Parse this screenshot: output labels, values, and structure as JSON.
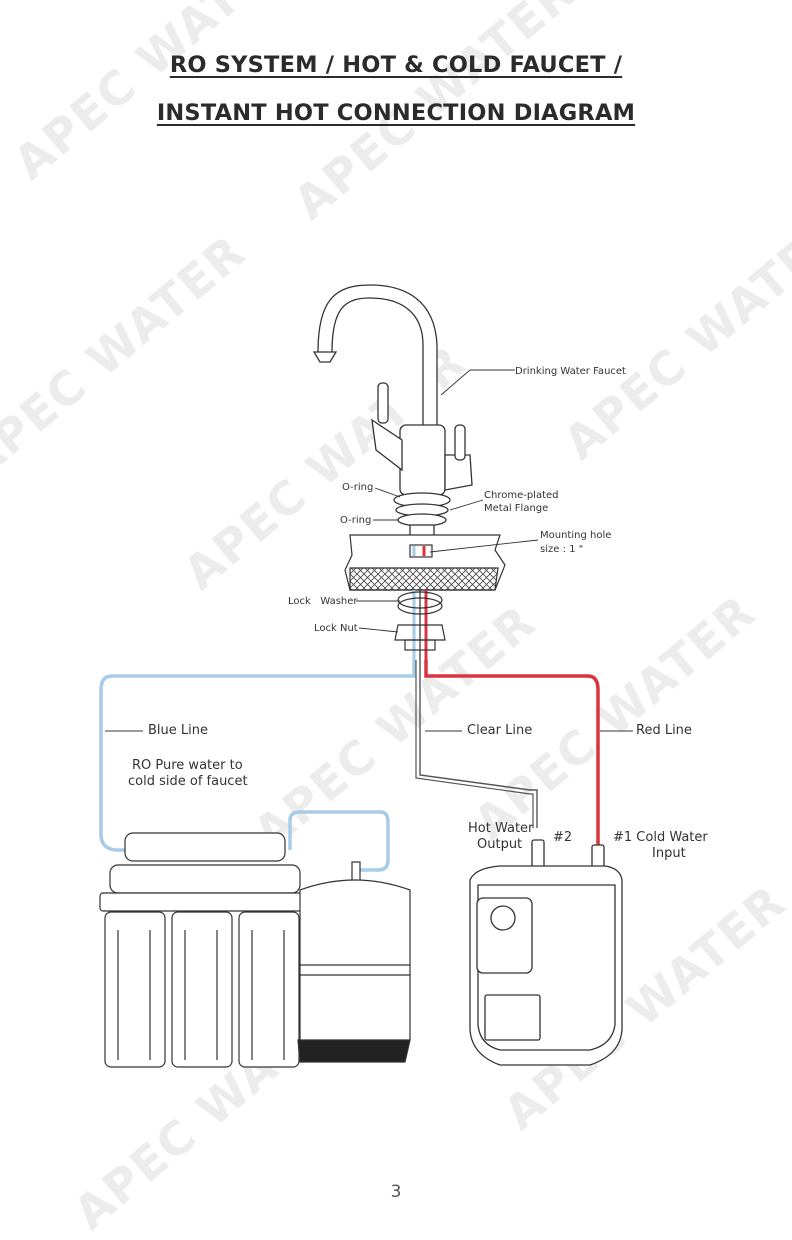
{
  "title": {
    "line1": "RO SYSTEM / HOT & COLD FAUCET /",
    "line2": "INSTANT HOT CONNECTION DIAGRAM"
  },
  "labels": {
    "drinking_water_faucet": "Drinking Water Faucet",
    "o_ring_top": "O-ring",
    "o_ring_bottom": "O-ring",
    "chrome_flange_line1": "Chrome-plated",
    "chrome_flange_line2": "Metal Flange",
    "mounting_hole_line1": "Mounting hole",
    "mounting_hole_line2": "size : 1 \"",
    "lock_washer": "Lock   Washer",
    "lock_nut": "Lock Nut",
    "blue_line": "Blue Line",
    "clear_line": "Clear Line",
    "red_line": "Red Line",
    "ro_pure_line1": "RO Pure water to",
    "ro_pure_line2": "cold side of faucet",
    "hot_water_line1": "Hot Water",
    "hot_water_line2": "Output",
    "port2": "#2",
    "cold_water_line1": "#1 Cold Water",
    "cold_water_line2": "Input"
  },
  "watermark": "APEC WATER",
  "page_number": "3",
  "colors": {
    "blue_line": "#a8cbe6",
    "red_line": "#d9343f",
    "clear_line": "#555555",
    "watermark": "#ececec"
  }
}
